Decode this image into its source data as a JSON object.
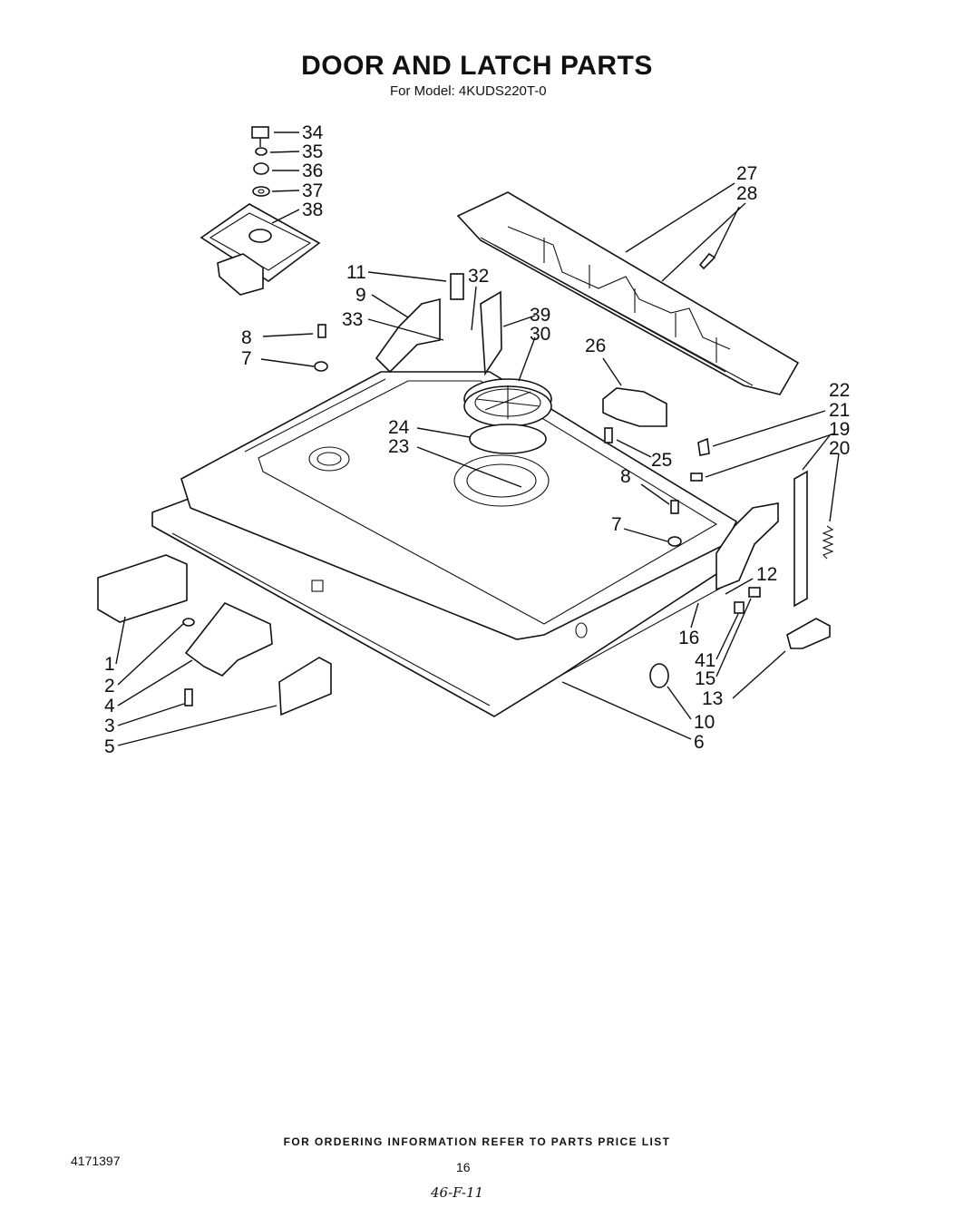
{
  "header": {
    "title": "DOOR AND LATCH PARTS",
    "subtitle": "For Model: 4KUDS220T-0"
  },
  "callouts": [
    {
      "label": "34"
    },
    {
      "label": "35"
    },
    {
      "label": "36"
    },
    {
      "label": "37"
    },
    {
      "label": "38"
    },
    {
      "label": "27"
    },
    {
      "label": "28"
    },
    {
      "label": "11"
    },
    {
      "label": "32"
    },
    {
      "label": "9"
    },
    {
      "label": "39"
    },
    {
      "label": "33"
    },
    {
      "label": "30"
    },
    {
      "label": "8"
    },
    {
      "label": "7"
    },
    {
      "label": "26"
    },
    {
      "label": "24"
    },
    {
      "label": "23"
    },
    {
      "label": "25"
    },
    {
      "label": "22"
    },
    {
      "label": "21"
    },
    {
      "label": "19"
    },
    {
      "label": "20"
    },
    {
      "label": "8"
    },
    {
      "label": "7"
    },
    {
      "label": "12"
    },
    {
      "label": "16"
    },
    {
      "label": "41"
    },
    {
      "label": "15"
    },
    {
      "label": "13"
    },
    {
      "label": "10"
    },
    {
      "label": "6"
    },
    {
      "label": "1"
    },
    {
      "label": "2"
    },
    {
      "label": "4"
    },
    {
      "label": "3"
    },
    {
      "label": "5"
    }
  ],
  "footer": {
    "ordering_note": "FOR ORDERING INFORMATION REFER TO PARTS PRICE LIST",
    "doc_number": "4171397",
    "page_number": "16",
    "handwritten_note": "46-F-11"
  }
}
